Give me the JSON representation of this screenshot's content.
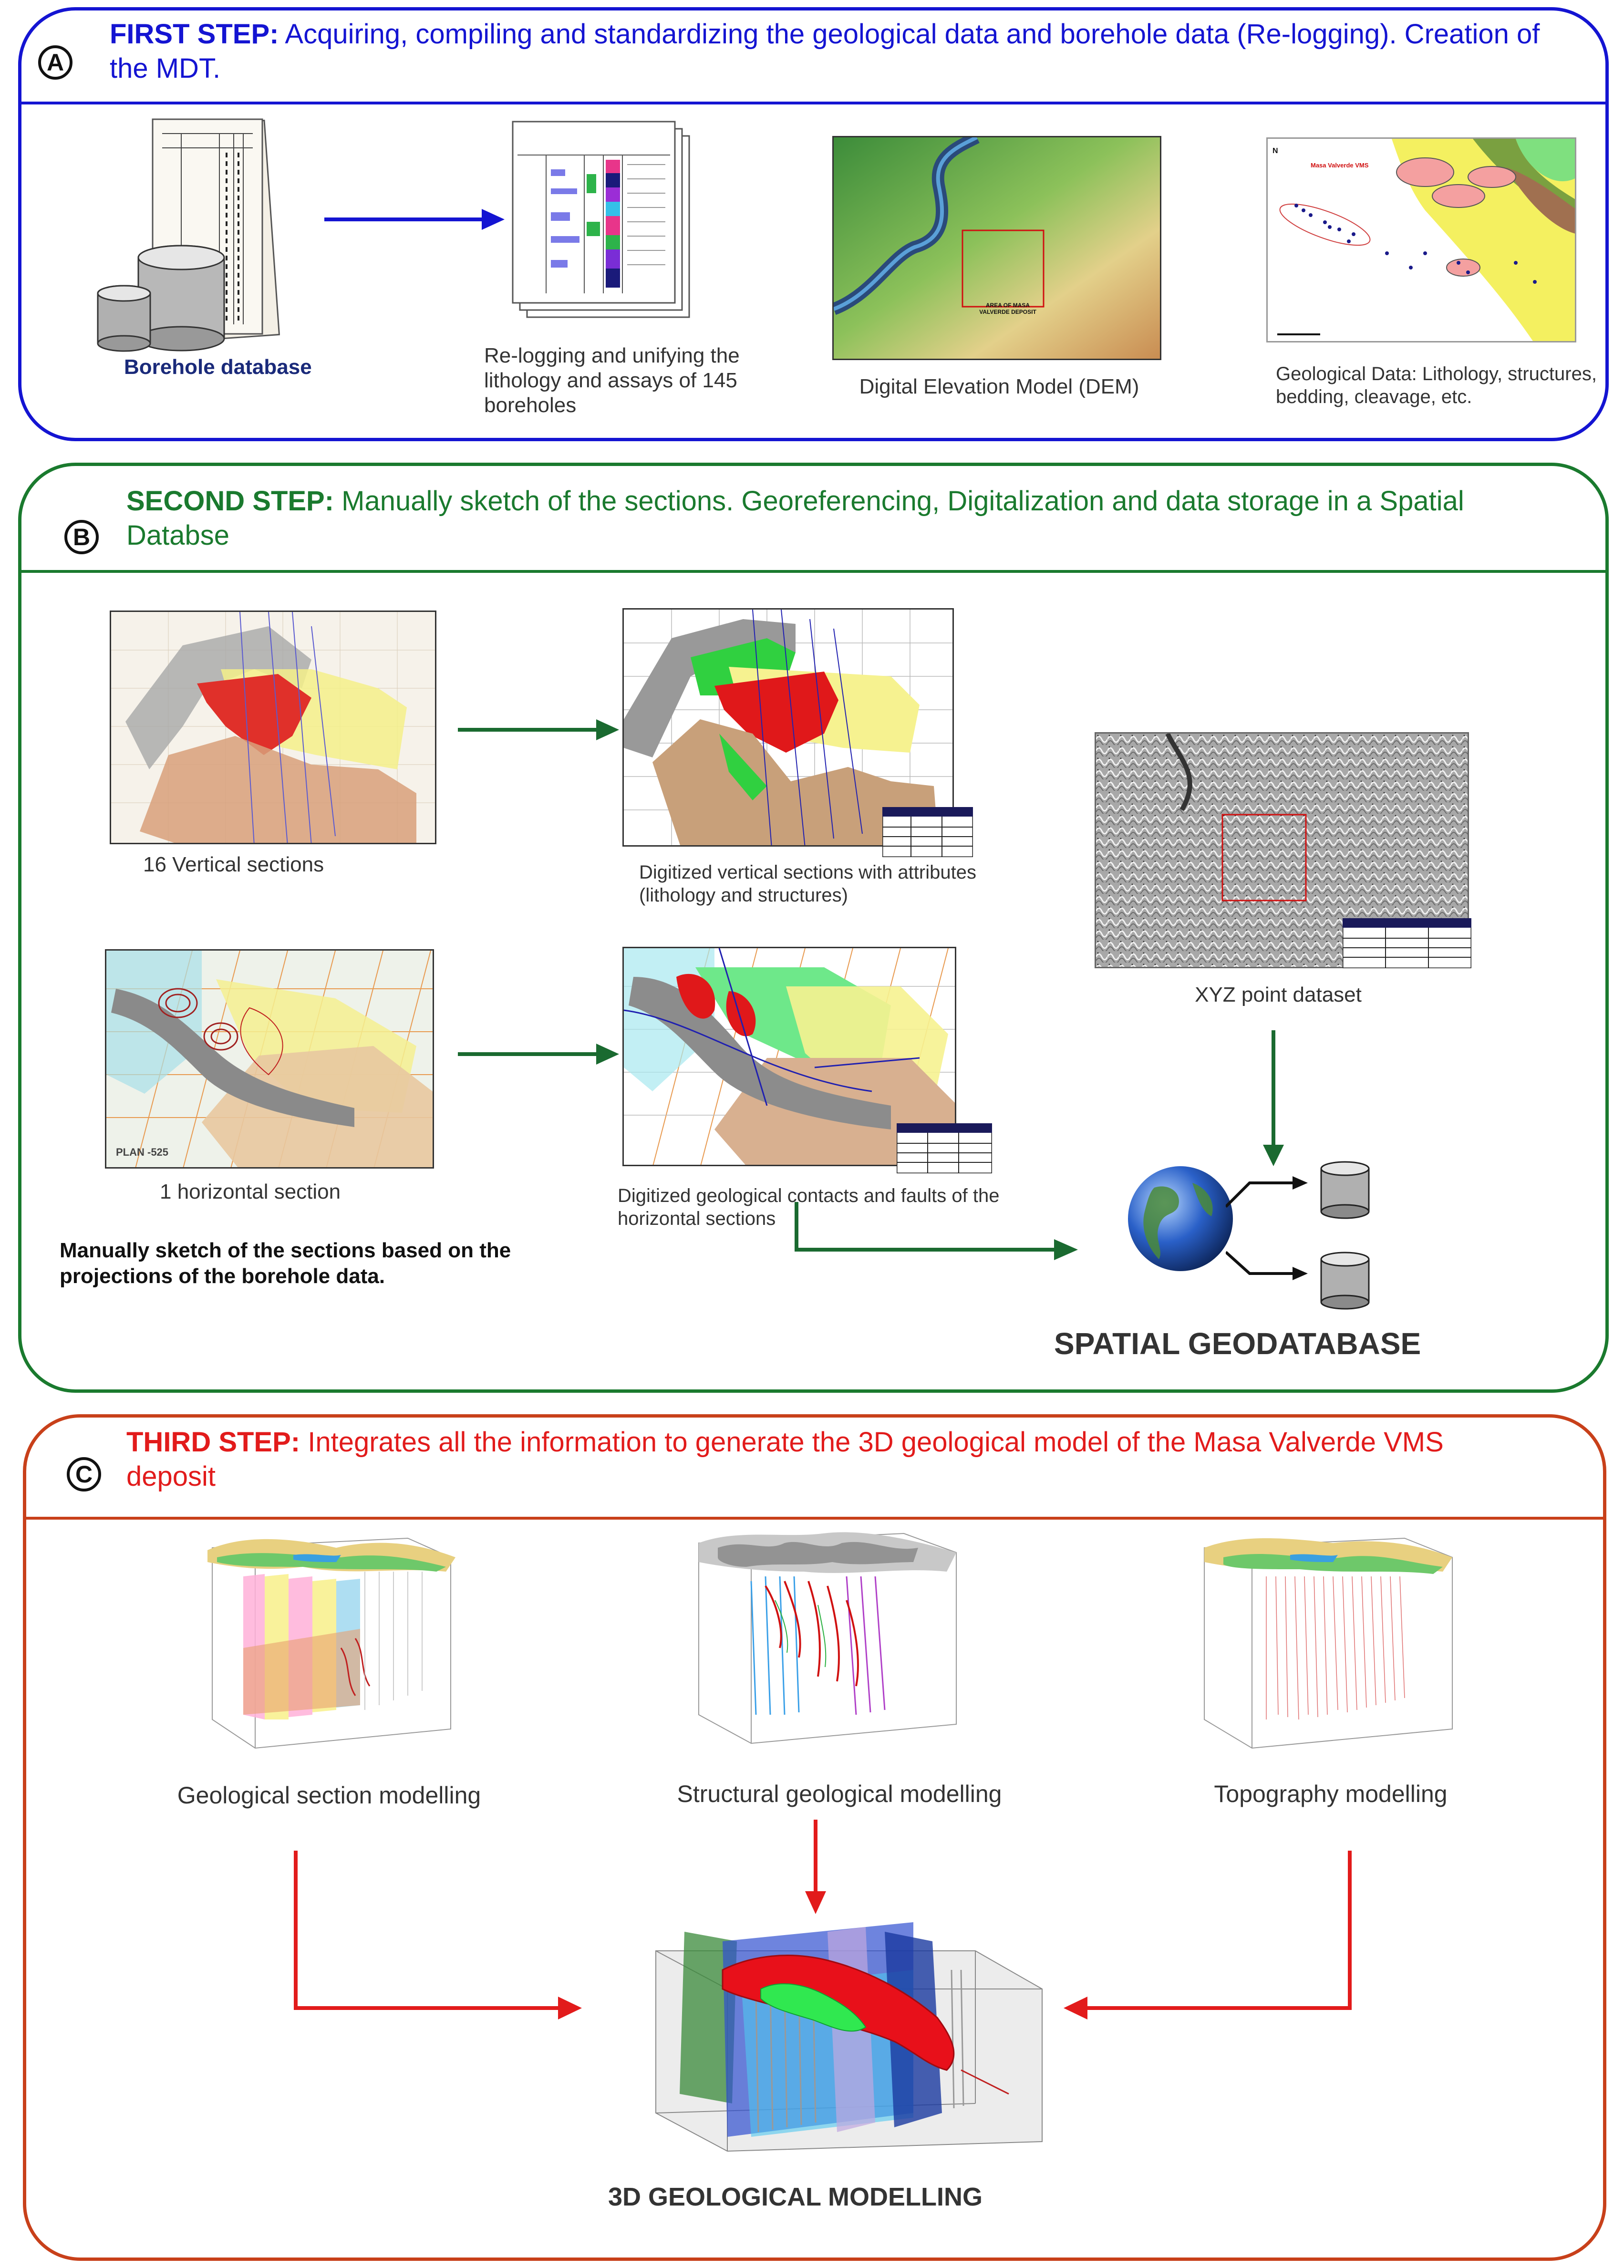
{
  "step_a": {
    "badge": "A",
    "title_bold": "FIRST STEP:",
    "title_text": " Acquiring, compiling and standardizing the geological data and borehole data (Re-logging). Creation of the MDT.",
    "color": "#1414d2",
    "items": {
      "borehole": "Borehole database",
      "relogging": "Re-logging and unifying the lithology and assays of 145 boreholes",
      "dem": "Digital Elevation Model (DEM)",
      "dem_label": "AREA OF MASA VALVERDE DEPOSIT",
      "geo": "Geological Data: Lithology, structures, bedding, cleavage, etc.",
      "geo_map_label": "Masa Valverde VMS"
    }
  },
  "step_b": {
    "badge": "B",
    "title_bold": "SECOND STEP:",
    "title_text": " Manually sketch of the sections. Georeferencing, Digitalization and data storage in a Spatial Databse",
    "color": "#1a7a2e",
    "items": {
      "vertical": "16  Vertical sections",
      "digitized_vertical": "Digitized vertical sections with attributes (lithology and structures)",
      "horizontal": "1 horizontal section",
      "plan_label": "PLAN -525",
      "digitized_horizontal": "Digitized geological contacts and faults of the horizontal sections",
      "xyz": "XYZ point dataset",
      "note": "Manually sketch of the sections based on the projections of the borehole data.",
      "geodatabase": "SPATIAL GEODATABASE"
    }
  },
  "step_c": {
    "badge": "C",
    "title_bold": "THIRD STEP:",
    "title_text": " Integrates all the information to generate the 3D geological model of the Masa Valverde VMS deposit",
    "color": "#cc2a10",
    "items": {
      "section_modelling": "Geological section modelling",
      "structural_modelling": "Structural geological modelling",
      "topography_modelling": "Topography modelling",
      "final": "3D GEOLOGICAL MODELLING"
    }
  },
  "colors": {
    "blue": "#1414d2",
    "green": "#1a7a2e",
    "red": "#e21b1b",
    "panel_c": "#c8401a"
  }
}
